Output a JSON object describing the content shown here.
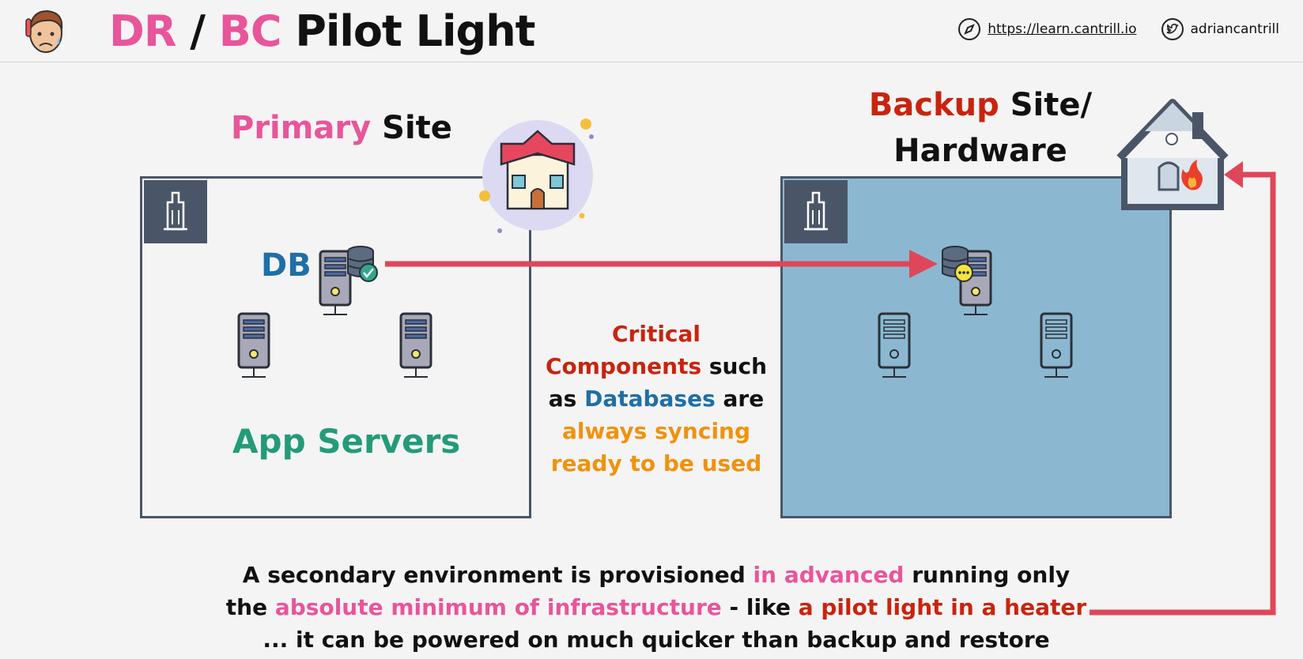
{
  "header": {
    "title_part1": "DR",
    "title_sep": " / ",
    "title_part2": "BC",
    "title_part3": " Pilot Light",
    "link_url": "https://learn.cantrill.io",
    "link_user": "adriancantrill"
  },
  "primary": {
    "label_colored": "Primary",
    "label_rest": " Site",
    "db_label": "DB",
    "app_label": "App Servers"
  },
  "backup": {
    "label_colored": "Backup",
    "label_rest": " Site/",
    "label_line2": "Hardware"
  },
  "center": {
    "l1": "Critical",
    "l2a": "Components",
    "l2b": " such",
    "l3a": "as ",
    "l3b": "Databases",
    "l3c": " are",
    "l4": "always syncing",
    "l5": "ready to be used"
  },
  "bottom": {
    "l1a": "A secondary environment is provisioned ",
    "l1b": "in advanced",
    "l1c": " running only",
    "l2a": "the ",
    "l2b": "absolute minimum of infrastructure",
    "l2c": " - like ",
    "l2d": "a pilot light in a heater",
    "l3": "... it can be powered on much quicker than backup and restore"
  },
  "colors": {
    "pink": "#e8559b",
    "red": "#c8240f",
    "blue": "#1f6fa6",
    "orange": "#f0920f",
    "green": "#239b79",
    "arrow": "#e0465a",
    "backup_fill": "#8bb8d0",
    "box_border": "#4a5668"
  },
  "icons": [
    "avatar-icon",
    "compass-icon",
    "twitter-icon",
    "building-icon",
    "house-icon",
    "server-icon",
    "database-icon",
    "check-icon",
    "pending-icon",
    "fire-icon"
  ]
}
